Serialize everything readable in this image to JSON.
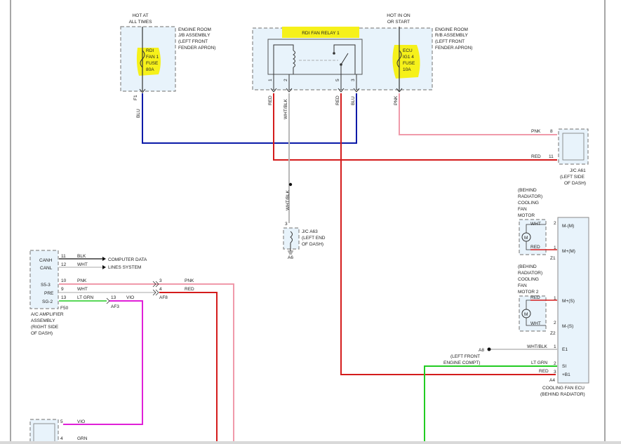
{
  "colors": {
    "blu": "#0a1aa8",
    "red": "#d41c1c",
    "pnk": "#f09aaa",
    "whtblk": "#b8b8b8",
    "vio": "#e020d8",
    "ltgrn": "#22cc22",
    "grn": "#22cc22",
    "blk": "#111111",
    "highlight": "#f6f11a"
  },
  "labels": {
    "hot_at_all_times": [
      "HOT AT",
      "ALL TIMES"
    ],
    "hot_in_on_start": [
      "HOT IN ON",
      "OR START"
    ],
    "jb_assembly": [
      "ENGINE ROOM",
      "J/B ASSEMBLY",
      "(LEFT FRONT",
      "FENDER APRON)"
    ],
    "rb_assembly": [
      "ENGINE ROOM",
      "R/B ASSEMBLY",
      "(LEFT FRONT",
      "FENDER APRON)"
    ],
    "relay_title": "RDI FAN RELAY 1",
    "fuse_rdi": [
      "RDI",
      "FAN 1",
      "FUSE",
      "80A"
    ],
    "fuse_ecu": [
      "ECU",
      "IG1 4",
      "FUSE",
      "10A"
    ],
    "ja61": [
      "J/C A61",
      "(LEFT SIDE",
      "OF DASH)"
    ],
    "ja63": [
      "J/C A63",
      "(LEFT END",
      "OF DASH)"
    ],
    "a6": "A6",
    "motor1": [
      "(BEHIND",
      "RADIATOR)",
      "COOLING",
      "FAN",
      "MOTOR"
    ],
    "motor2": [
      "(BEHIND",
      "RADIATOR)",
      "COOLING",
      "FAN",
      "MOTOR 2"
    ],
    "z1": "Z1",
    "z2": "Z2",
    "a4": "A4",
    "a8": "A8",
    "ground_loc": [
      "(LEFT FRONT",
      "ENGINE COMPT)"
    ],
    "ecu_name": [
      "COOLING FAN ECU",
      "(BEHIND RADIATOR)"
    ],
    "ecu_pins": [
      "M-(M)",
      "M+(M)",
      "M+(S)",
      "M-(S)",
      "E1",
      "SI",
      "+B1"
    ],
    "ac_amp": [
      "A/C AMPLIFIER",
      "ASSEMBLY",
      "(RIGHT SIDE",
      "OF DASH)"
    ],
    "ac_pins": [
      "CANH",
      "CANL",
      "S5-3",
      "PRE",
      "SG-2"
    ],
    "ac_pin_nums": [
      "11",
      "12",
      "10",
      "9",
      "13"
    ],
    "ac_wire_colors": [
      "BLK",
      "WHT",
      "PNK",
      "WHT",
      "LT GRN"
    ],
    "computer_data": [
      "COMPUTER DATA",
      "LINES SYSTEM"
    ],
    "f50": "F50",
    "af3": "AF3",
    "af8": "AF8",
    "vio": "VIO",
    "grn": "GRN",
    "pnk": "PNK",
    "red": "RED",
    "blu": "BLU",
    "wht": "WHT",
    "whtblk": "WHT/BLK",
    "ltgrn": "LT GRN",
    "f1": "F1",
    "num_1": "1",
    "num_2": "2",
    "num_3": "3",
    "num_4": "4",
    "num_5": "5",
    "num_8": "8",
    "num_11": "11",
    "num_13": "13"
  }
}
